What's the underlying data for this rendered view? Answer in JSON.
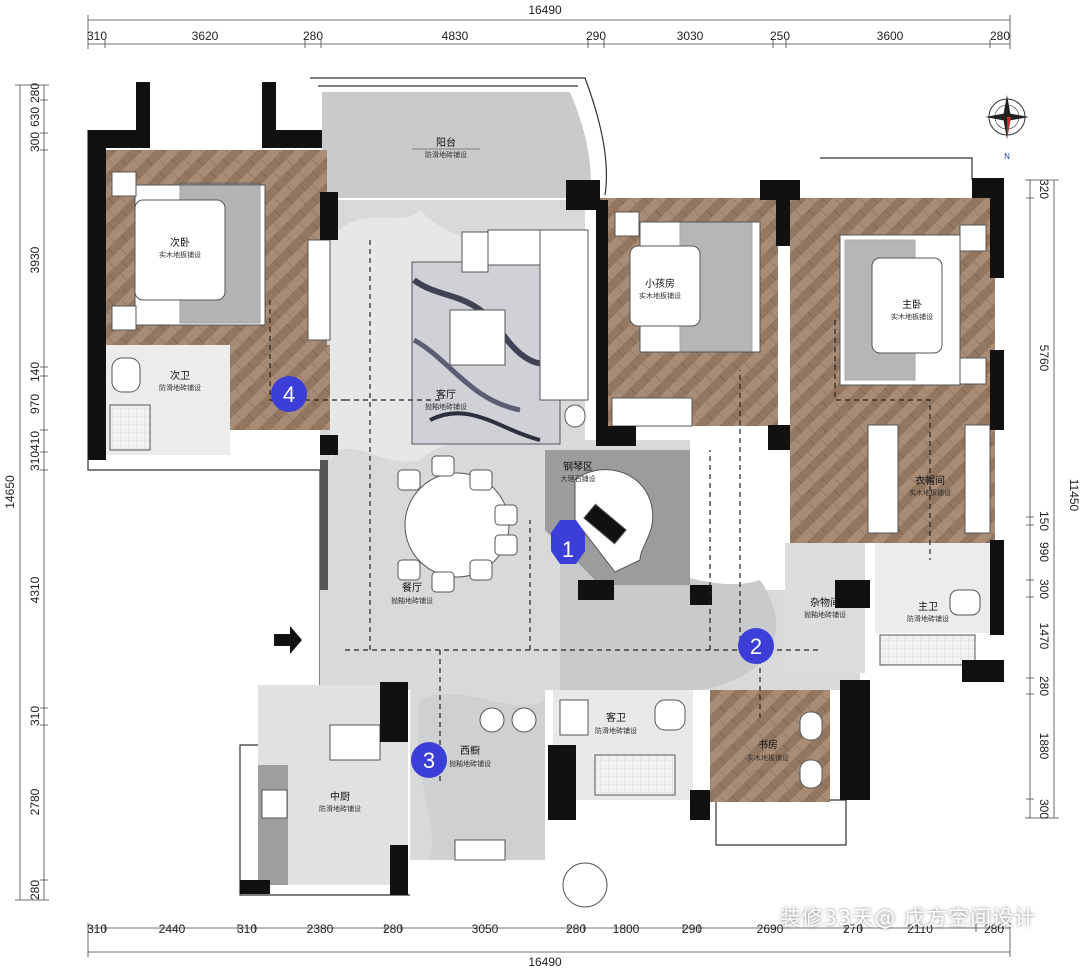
{
  "dimensions": {
    "top_total": "16490",
    "top": [
      "310",
      "3620",
      "280",
      "4830",
      "290",
      "3030",
      "250",
      "3600",
      "280"
    ],
    "bottom_total": "16490",
    "bottom": [
      "310",
      "2440",
      "310",
      "2380",
      "280",
      "3050",
      "280",
      "1800",
      "290",
      "2690",
      "270",
      "2110",
      "280"
    ],
    "left_total": "14650",
    "left": [
      "280",
      "630",
      "300",
      "3930",
      "140",
      "970",
      "410",
      "310",
      "4310",
      "310",
      "2780",
      "280"
    ],
    "right_total": "11450",
    "right": [
      "320",
      "5760",
      "150",
      "990",
      "300",
      "1470",
      "280",
      "1880",
      "300"
    ]
  },
  "rooms": [
    {
      "name": "阳台",
      "floor": "防滑地砖铺设"
    },
    {
      "name": "次卧",
      "floor": "实木地板铺设"
    },
    {
      "name": "次卫",
      "floor": "防滑地砖铺设"
    },
    {
      "name": "客厅",
      "floor": "抛釉地砖铺设"
    },
    {
      "name": "小孩房",
      "floor": "实木地板铺设"
    },
    {
      "name": "主卧",
      "floor": "实木地板铺设"
    },
    {
      "name": "钢琴区",
      "floor": "大理石铺设"
    },
    {
      "name": "餐厅",
      "floor": "抛釉地砖铺设"
    },
    {
      "name": "衣帽间",
      "floor": "实木地板铺设"
    },
    {
      "name": "杂物间",
      "floor": "抛釉地砖铺设"
    },
    {
      "name": "主卫",
      "floor": "防滑地砖铺设"
    },
    {
      "name": "客卫",
      "floor": "防滑地砖铺设"
    },
    {
      "name": "西橱",
      "floor": "抛釉地砖铺设"
    },
    {
      "name": "中厨",
      "floor": "防滑地砖铺设"
    },
    {
      "name": "书房",
      "floor": "实木地板铺设"
    }
  ],
  "markers": [
    "1",
    "2",
    "3",
    "4"
  ],
  "compass": {
    "label": "N"
  },
  "watermark": "装修33天@ 戊方空间设计",
  "colors": {
    "wall": "#111111",
    "wood": "#a68a74",
    "tile": "#d9dadb",
    "marble": "#9e9e9e",
    "bath": "#ececec",
    "marker": "#3b3fd8",
    "compass_red": "#cc2b2b"
  }
}
